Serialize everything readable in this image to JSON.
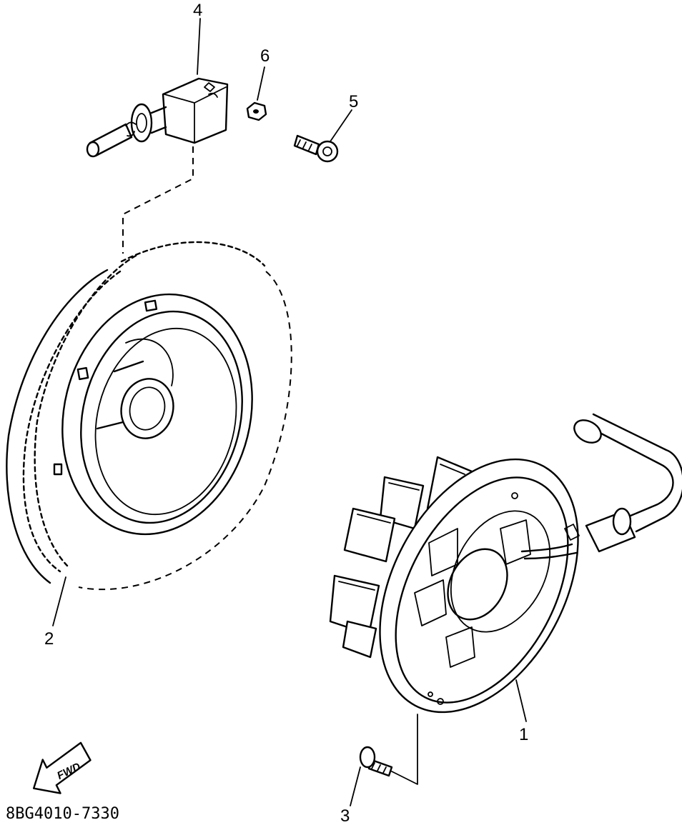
{
  "diagram_code": "8BG4010-7330",
  "direction_label": "FWD",
  "callouts": [
    {
      "id": "1",
      "label": "1"
    },
    {
      "id": "2",
      "label": "2"
    },
    {
      "id": "3",
      "label": "3"
    },
    {
      "id": "4",
      "label": "4"
    },
    {
      "id": "5",
      "label": "5"
    },
    {
      "id": "6",
      "label": "6"
    }
  ]
}
